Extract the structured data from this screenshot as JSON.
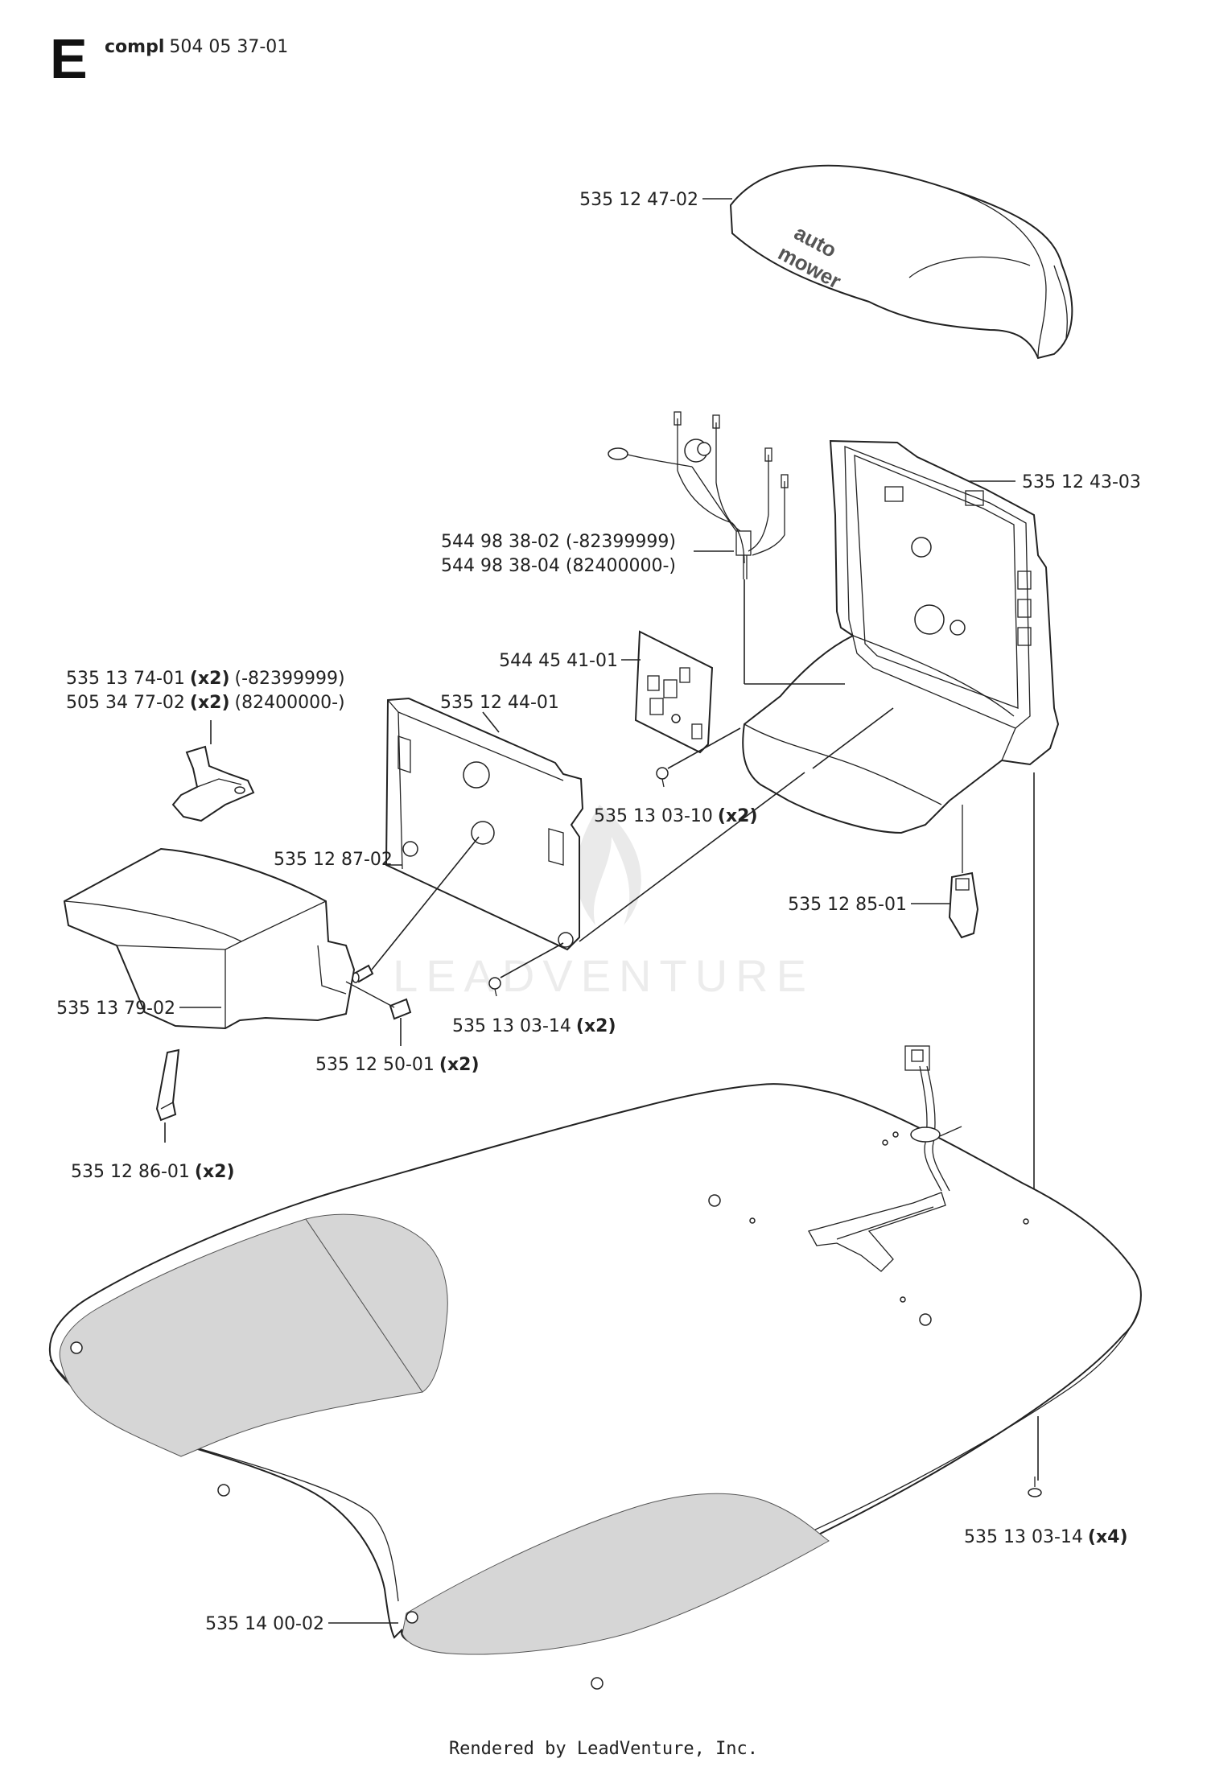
{
  "header": {
    "section_letter": "E",
    "prefix": "compl",
    "assembly_number": "504 05 37-01"
  },
  "labels": {
    "top_cover": "535 12 47-02",
    "housing": "535 12 43-03",
    "harness_1": "544 98 38-02 (-82399999)",
    "harness_2": "544 98 38-04 (82400000-)",
    "pcb": "544 45 41-01",
    "bracket_1_num": "535 13 74-01",
    "bracket_1_qty": "(x2)",
    "bracket_1_range": "(-82399999)",
    "bracket_2_num": "505 34 77-02",
    "bracket_2_qty": "(x2)",
    "bracket_2_range": "(82400000-)",
    "plate": "535 12 44-01",
    "screw_pcb_num": "535 13 03-10",
    "screw_pcb_qty": "(x2)",
    "pin": "535 12 87-02",
    "connector": "535 12 85-01",
    "lid": "535 13 79-02",
    "screw_plate_num": "535 13 03-14",
    "screw_plate_qty": "(x2)",
    "spring_pin_num": "535 12 50-01",
    "spring_pin_qty": "(x2)",
    "clip_num": "535 12 86-01",
    "clip_qty": "(x2)",
    "screw_base_num": "535 13 03-14",
    "screw_base_qty": "(x4)",
    "base_plate": "535 14 00-02"
  },
  "cover_logo": {
    "line1": "auto",
    "line2": "mower"
  },
  "watermark": "LEADVENTURE",
  "footer": "Rendered by LeadVenture, Inc."
}
